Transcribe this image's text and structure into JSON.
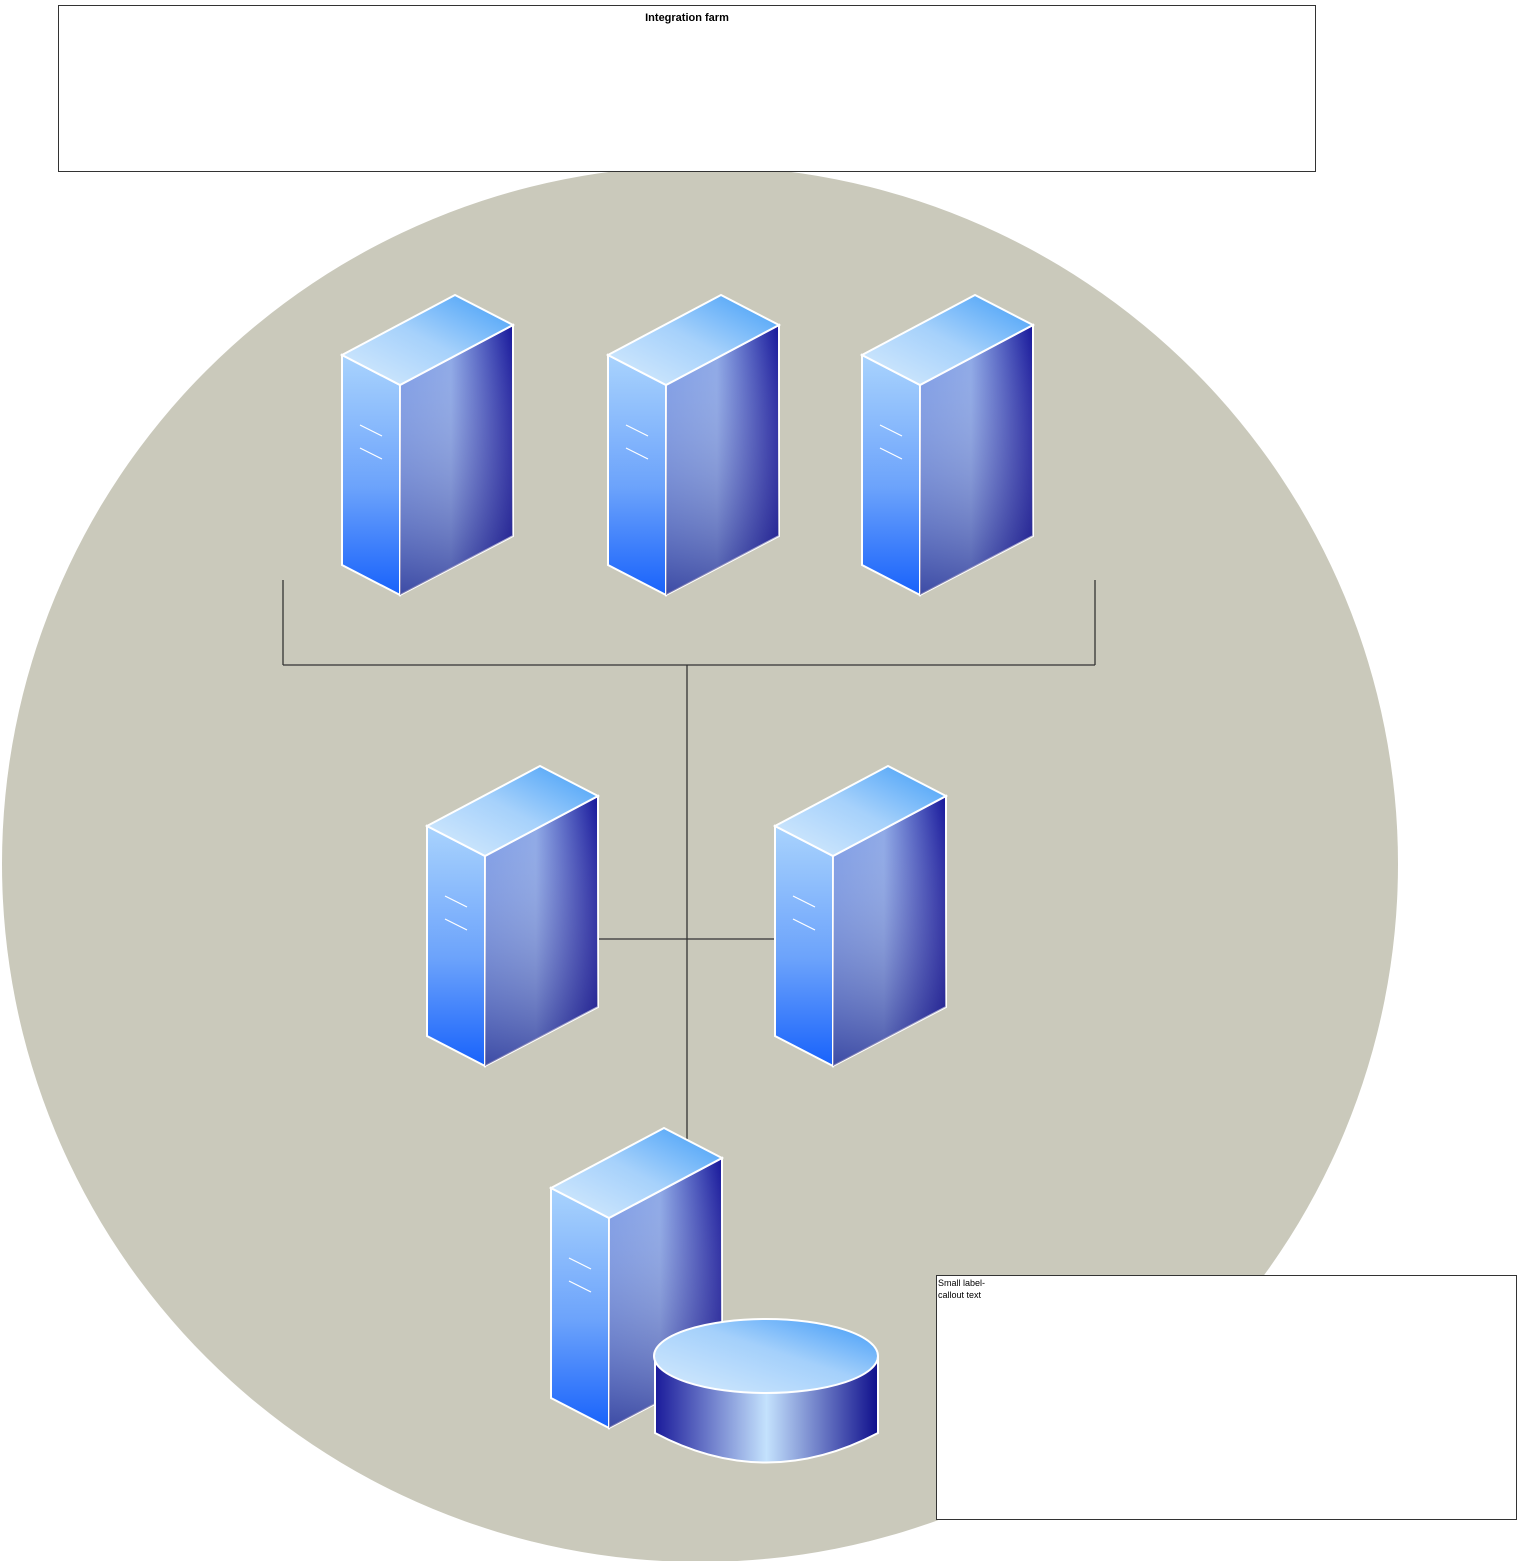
{
  "diagram": {
    "title": "Integration farm",
    "callout": {
      "text": "Small label- callout text"
    },
    "nodes": [
      {
        "name": "server-top-left",
        "icon": "server-tower-icon"
      },
      {
        "name": "server-top-middle",
        "icon": "server-tower-icon"
      },
      {
        "name": "server-top-right",
        "icon": "server-tower-icon"
      },
      {
        "name": "server-middle-left",
        "icon": "server-tower-icon"
      },
      {
        "name": "server-middle-right",
        "icon": "server-tower-icon"
      },
      {
        "name": "database-server",
        "icon": "database-server-icon"
      }
    ],
    "colors": {
      "farm_background": "#cac9bb",
      "server_light": "#c4e0fb",
      "server_mid": "#6f9df0",
      "server_dark": "#0f0f8c",
      "connector": "#333333"
    }
  }
}
